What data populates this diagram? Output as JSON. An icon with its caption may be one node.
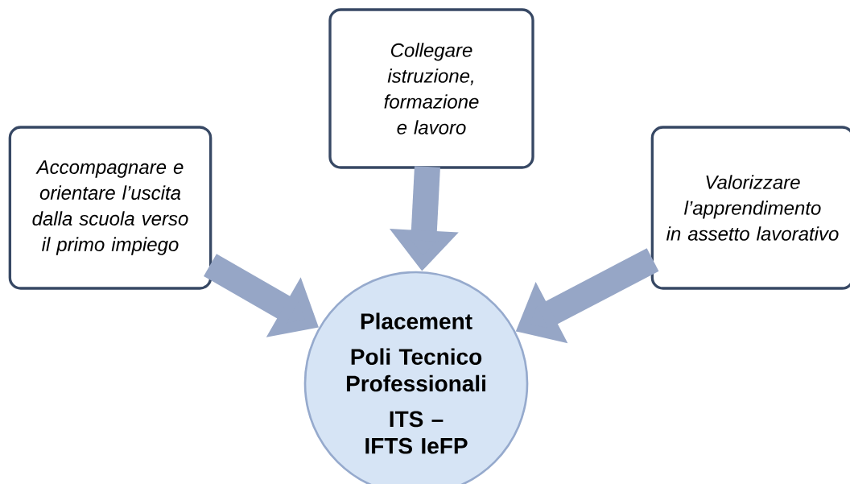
{
  "diagram": {
    "nodes": [
      {
        "text": [
          "Accompagnare e orientare l’uscita dalla scuola verso il primo impiego"
        ]
      },
      {
        "text": [
          "Collegare istruzione, formazione e lavoro"
        ]
      },
      {
        "text": [
          "Valorizzare l’apprendimento in assetto lavorativo"
        ]
      },
      {
        "text": [
          "Placement",
          "Poli Tecnico Professionali",
          "ITS – IFTS IeFP"
        ]
      }
    ],
    "edges": [
      {
        "from": 0,
        "to": 3,
        "arrow": "to"
      },
      {
        "from": 1,
        "to": 3,
        "arrow": "to"
      },
      {
        "from": 2,
        "to": 3,
        "arrow": "to"
      }
    ]
  }
}
